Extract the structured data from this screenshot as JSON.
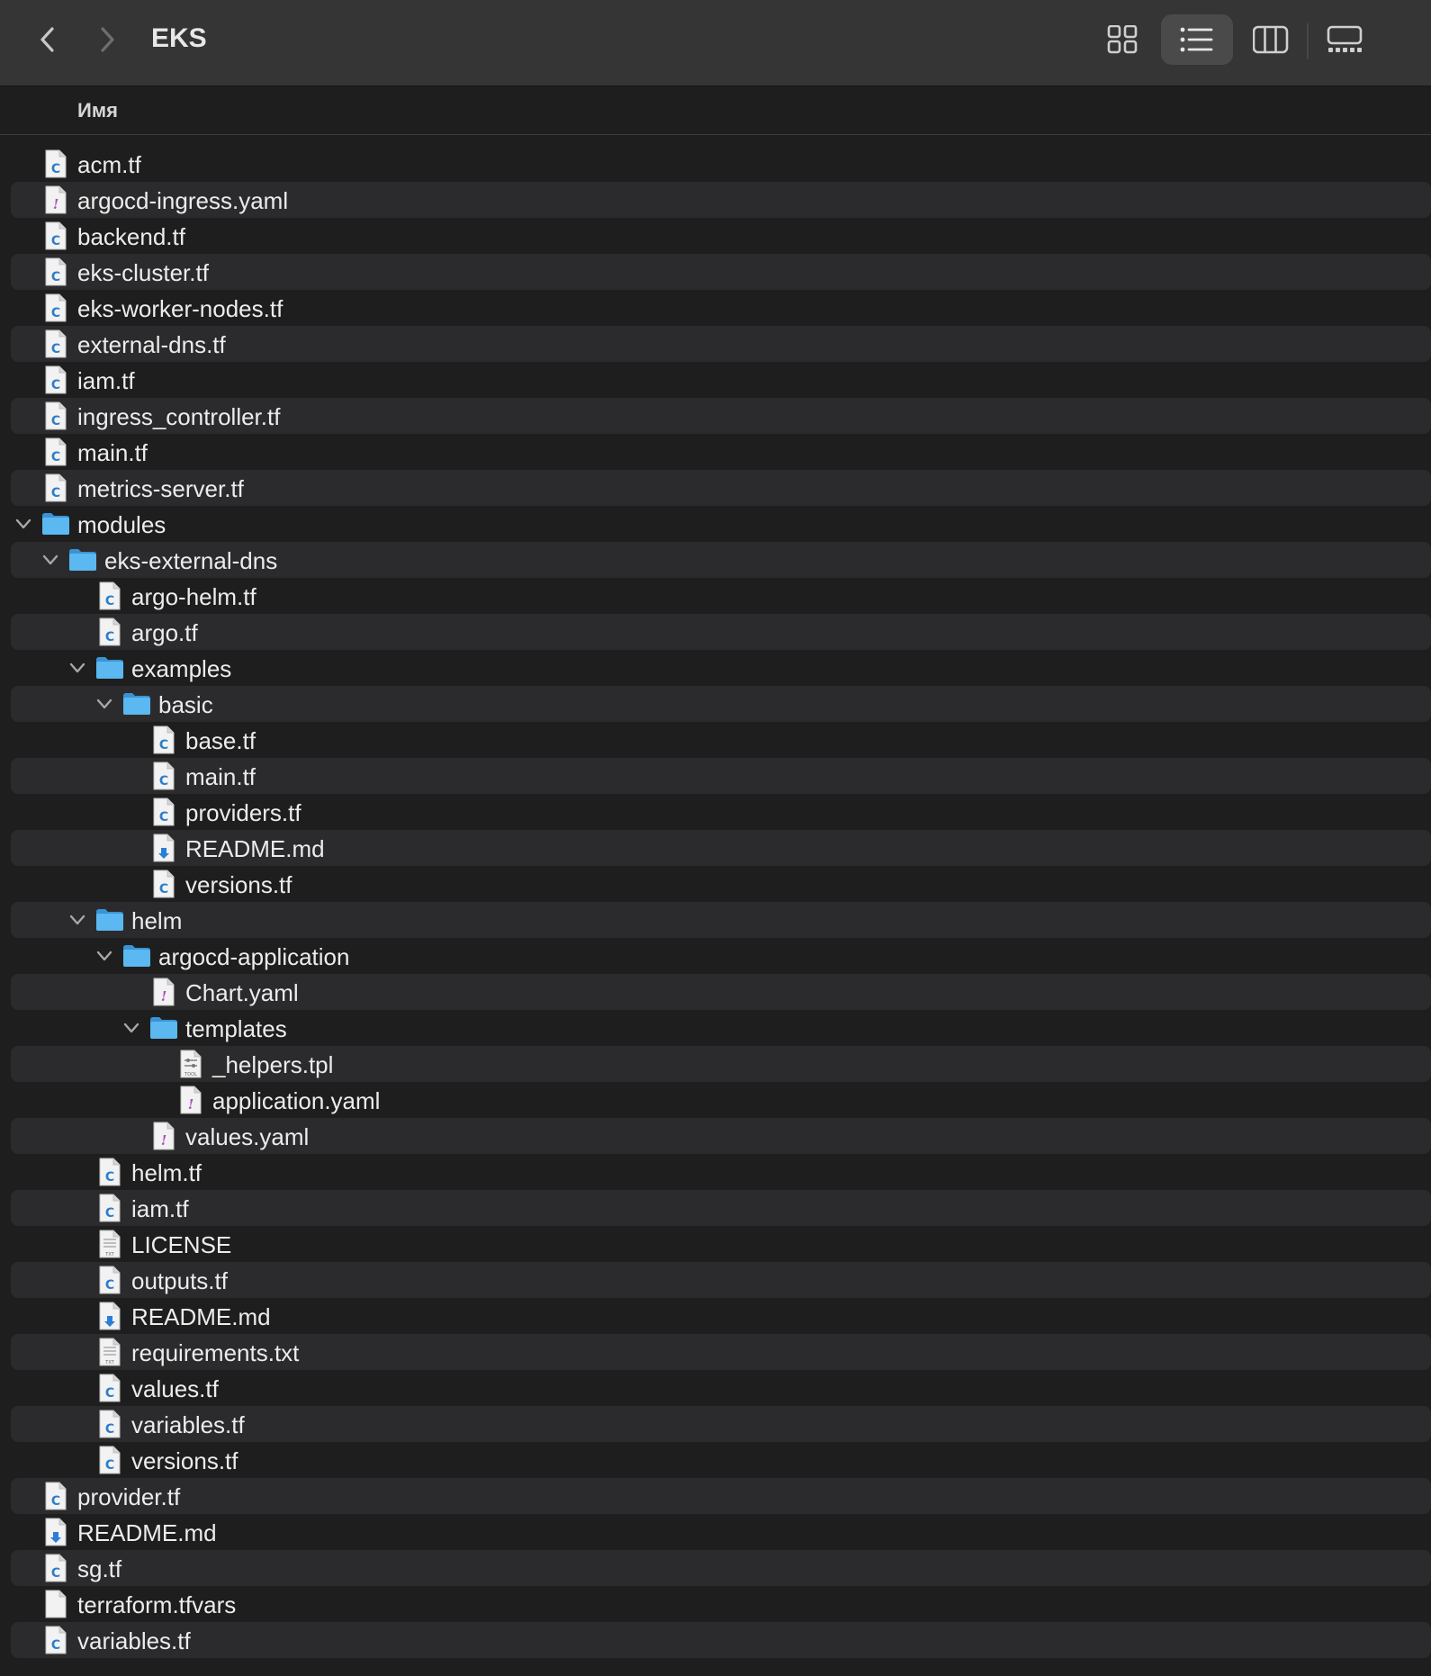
{
  "window": {
    "title": "EKS"
  },
  "toolbar": {
    "back_icon": "chevron-left-icon",
    "forward_icon": "chevron-right-icon",
    "views": [
      {
        "name": "view-icons-button",
        "icon": "grid-icon",
        "active": false
      },
      {
        "name": "view-list-button",
        "icon": "list-icon",
        "active": true
      },
      {
        "name": "view-columns-button",
        "icon": "columns-icon",
        "active": false
      },
      {
        "name": "view-gallery-button",
        "icon": "gallery-icon",
        "active": false
      }
    ]
  },
  "columns": {
    "name_header": "Имя"
  },
  "colors": {
    "folder": "#5bb8f0",
    "accent_file_c": "#2e7ec9",
    "yaml_mark": "#b04cc2",
    "md_mark": "#2a7fd6"
  },
  "rows": [
    {
      "name": "acm.tf",
      "depth": 0,
      "type": "c",
      "expanded": false
    },
    {
      "name": "argocd-ingress.yaml",
      "depth": 0,
      "type": "yaml",
      "expanded": false
    },
    {
      "name": "backend.tf",
      "depth": 0,
      "type": "c",
      "expanded": false
    },
    {
      "name": "eks-cluster.tf",
      "depth": 0,
      "type": "c",
      "expanded": false
    },
    {
      "name": "eks-worker-nodes.tf",
      "depth": 0,
      "type": "c",
      "expanded": false
    },
    {
      "name": "external-dns.tf",
      "depth": 0,
      "type": "c",
      "expanded": false
    },
    {
      "name": "iam.tf",
      "depth": 0,
      "type": "c",
      "expanded": false
    },
    {
      "name": "ingress_controller.tf",
      "depth": 0,
      "type": "c",
      "expanded": false
    },
    {
      "name": "main.tf",
      "depth": 0,
      "type": "c",
      "expanded": false
    },
    {
      "name": "metrics-server.tf",
      "depth": 0,
      "type": "c",
      "expanded": false
    },
    {
      "name": "modules",
      "depth": 0,
      "type": "folder",
      "expanded": true
    },
    {
      "name": "eks-external-dns",
      "depth": 1,
      "type": "folder",
      "expanded": true
    },
    {
      "name": "argo-helm.tf",
      "depth": 2,
      "type": "c",
      "expanded": false
    },
    {
      "name": "argo.tf",
      "depth": 2,
      "type": "c",
      "expanded": false
    },
    {
      "name": "examples",
      "depth": 2,
      "type": "folder",
      "expanded": true
    },
    {
      "name": "basic",
      "depth": 3,
      "type": "folder",
      "expanded": true
    },
    {
      "name": "base.tf",
      "depth": 4,
      "type": "c",
      "expanded": false
    },
    {
      "name": "main.tf",
      "depth": 4,
      "type": "c",
      "expanded": false
    },
    {
      "name": "providers.tf",
      "depth": 4,
      "type": "c",
      "expanded": false
    },
    {
      "name": "README.md",
      "depth": 4,
      "type": "md",
      "expanded": false
    },
    {
      "name": "versions.tf",
      "depth": 4,
      "type": "c",
      "expanded": false
    },
    {
      "name": "helm",
      "depth": 2,
      "type": "folder",
      "expanded": true
    },
    {
      "name": "argocd-application",
      "depth": 3,
      "type": "folder",
      "expanded": true
    },
    {
      "name": "Chart.yaml",
      "depth": 4,
      "type": "yaml",
      "expanded": false
    },
    {
      "name": "templates",
      "depth": 4,
      "type": "folder",
      "expanded": true
    },
    {
      "name": "_helpers.tpl",
      "depth": 5,
      "type": "tool",
      "expanded": false
    },
    {
      "name": "application.yaml",
      "depth": 5,
      "type": "yaml",
      "expanded": false
    },
    {
      "name": "values.yaml",
      "depth": 4,
      "type": "yaml",
      "expanded": false
    },
    {
      "name": "helm.tf",
      "depth": 2,
      "type": "c",
      "expanded": false
    },
    {
      "name": "iam.tf",
      "depth": 2,
      "type": "c",
      "expanded": false
    },
    {
      "name": "LICENSE",
      "depth": 2,
      "type": "txt",
      "expanded": false
    },
    {
      "name": "outputs.tf",
      "depth": 2,
      "type": "c",
      "expanded": false
    },
    {
      "name": "README.md",
      "depth": 2,
      "type": "md",
      "expanded": false
    },
    {
      "name": "requirements.txt",
      "depth": 2,
      "type": "txt",
      "expanded": false
    },
    {
      "name": "values.tf",
      "depth": 2,
      "type": "c",
      "expanded": false
    },
    {
      "name": "variables.tf",
      "depth": 2,
      "type": "c",
      "expanded": false
    },
    {
      "name": "versions.tf",
      "depth": 2,
      "type": "c",
      "expanded": false
    },
    {
      "name": "provider.tf",
      "depth": 0,
      "type": "c",
      "expanded": false
    },
    {
      "name": "README.md",
      "depth": 0,
      "type": "md",
      "expanded": false
    },
    {
      "name": "sg.tf",
      "depth": 0,
      "type": "c",
      "expanded": false
    },
    {
      "name": "terraform.tfvars",
      "depth": 0,
      "type": "blank",
      "expanded": false
    },
    {
      "name": "variables.tf",
      "depth": 0,
      "type": "c",
      "expanded": false
    }
  ]
}
